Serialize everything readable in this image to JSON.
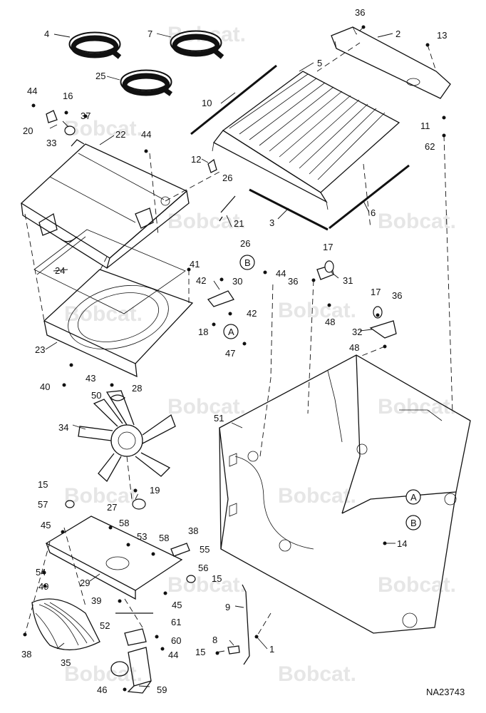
{
  "watermark": "Bobcat.",
  "reference_code": "NA23743",
  "callouts": [
    "1",
    "2",
    "3",
    "4",
    "5",
    "6",
    "7",
    "8",
    "9",
    "10",
    "11",
    "12",
    "13",
    "14",
    "15",
    "15",
    "15",
    "16",
    "17",
    "17",
    "18",
    "19",
    "20",
    "21",
    "22",
    "23",
    "24",
    "25",
    "26",
    "26",
    "27",
    "28",
    "29",
    "30",
    "31",
    "32",
    "33",
    "34",
    "35",
    "36",
    "36",
    "36",
    "37",
    "38",
    "38",
    "39",
    "40",
    "41",
    "42",
    "42",
    "43",
    "44",
    "44",
    "44",
    "44",
    "45",
    "45",
    "46",
    "47",
    "48",
    "48",
    "49",
    "50",
    "51",
    "52",
    "53",
    "54",
    "55",
    "56",
    "57",
    "58",
    "58",
    "59",
    "60",
    "61",
    "62"
  ],
  "circled_refs": [
    "A",
    "B",
    "A",
    "B"
  ]
}
